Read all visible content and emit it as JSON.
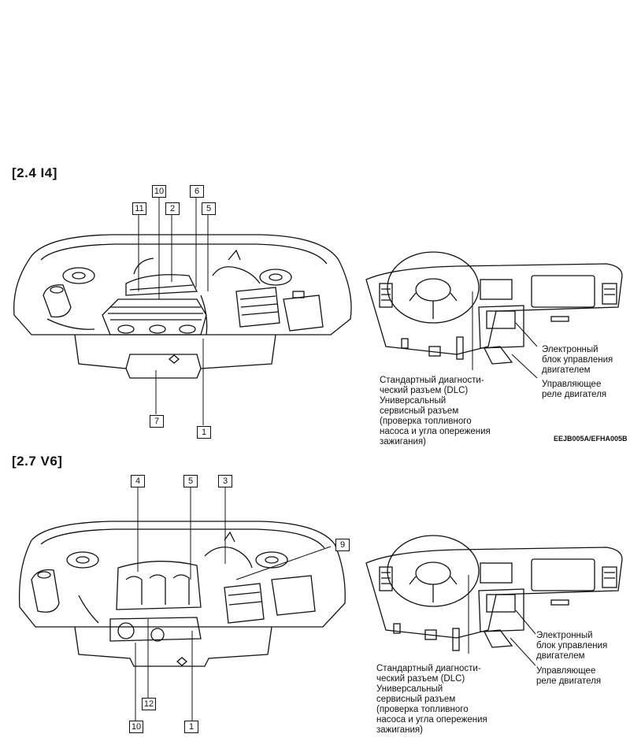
{
  "sections": {
    "i4": {
      "heading": "[2.4 I4]",
      "callouts": [
        "10",
        "6",
        "11",
        "2",
        "5",
        "7",
        "1"
      ]
    },
    "v6": {
      "heading": "[2.7 V6]",
      "callouts": [
        "4",
        "5",
        "3",
        "9",
        "12",
        "10",
        "1"
      ]
    }
  },
  "dash_labels": {
    "ecm": [
      "Электронный",
      "блок управления",
      "двигателем"
    ],
    "relay": [
      "Управляющее",
      "реле двигателя"
    ],
    "dlc": [
      "Стандартный диагности-",
      "ческий разъем (DLC)"
    ],
    "universal": [
      "Универсальный",
      "сервисный разъем",
      "(проверка топливного",
      "насоса и угла опережения",
      "зажигания)"
    ]
  },
  "figure_ref": "EEJB005A/EFHA005B"
}
